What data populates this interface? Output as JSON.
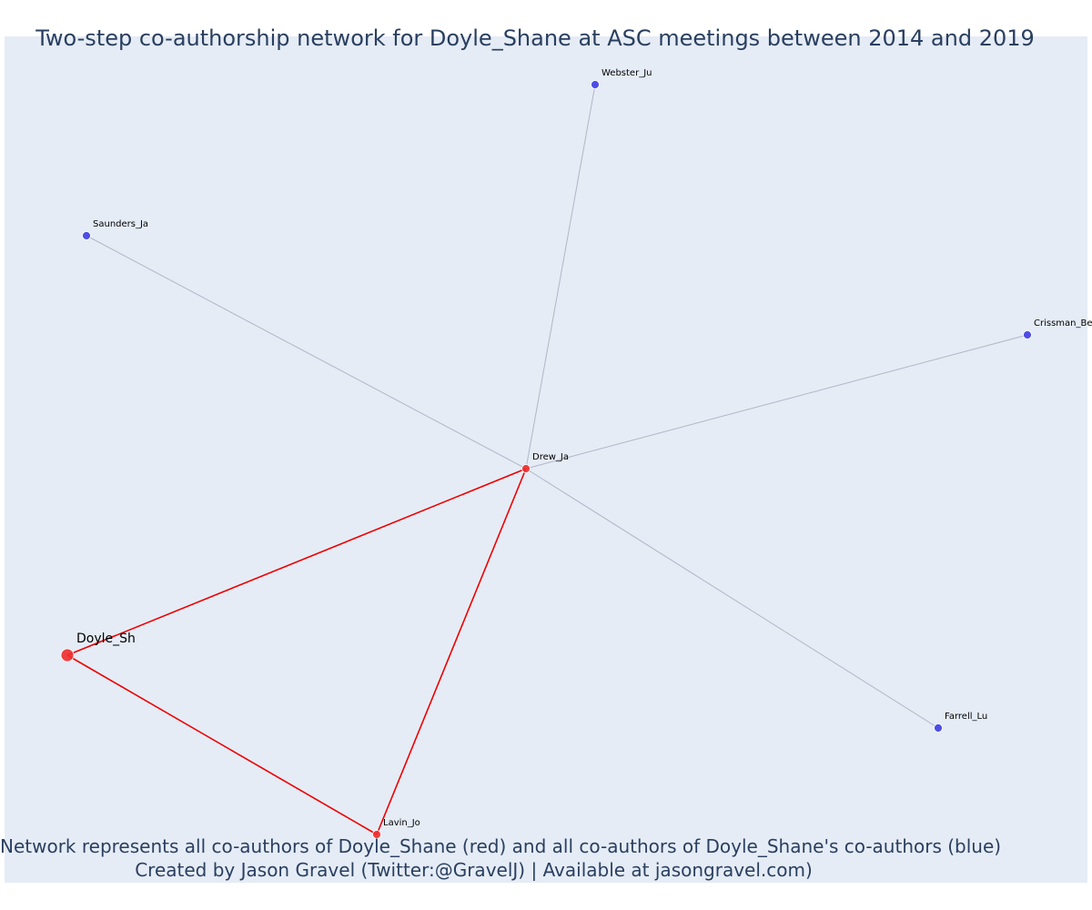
{
  "title": "Two-step co-authorship network for Doyle_Shane at ASC meetings between 2014 and 2019",
  "caption": {
    "line1": "Network represents all co-authors of Doyle_Shane (red) and all co-authors of Doyle_Shane's co-authors (blue)",
    "line2": "Created by Jason Gravel (Twitter:@GravelJ) | Available at jasongravel.com)"
  },
  "colors": {
    "background": "#e5ecf6",
    "first_step_node": "#ef2b2b",
    "second_step_node": "#3d3de6",
    "first_step_edge": "#ee0000",
    "second_step_edge": "#b0b6c6",
    "text": "#2a3f5f"
  },
  "network": {
    "nodes": [
      {
        "id": "Doyle_Sh",
        "label": "Doyle_Sh",
        "group": "focal"
      },
      {
        "id": "Drew_Ja",
        "label": "Drew_Ja",
        "group": "coauthor"
      },
      {
        "id": "Lavin_Jo",
        "label": "Lavin_Jo",
        "group": "coauthor"
      },
      {
        "id": "Webster_Ju",
        "label": "Webster_Ju",
        "group": "second-step"
      },
      {
        "id": "Saunders_Ja",
        "label": "Saunders_Ja",
        "group": "second-step"
      },
      {
        "id": "Crissman_Be",
        "label": "Crissman_Be",
        "group": "second-step"
      },
      {
        "id": "Farrell_Lu",
        "label": "Farrell_Lu",
        "group": "second-step"
      }
    ],
    "edges": [
      {
        "source": "Doyle_Sh",
        "target": "Drew_Ja",
        "type": "first-step"
      },
      {
        "source": "Doyle_Sh",
        "target": "Lavin_Jo",
        "type": "first-step"
      },
      {
        "source": "Drew_Ja",
        "target": "Lavin_Jo",
        "type": "first-step"
      },
      {
        "source": "Drew_Ja",
        "target": "Webster_Ju",
        "type": "second-step"
      },
      {
        "source": "Drew_Ja",
        "target": "Saunders_Ja",
        "type": "second-step"
      },
      {
        "source": "Drew_Ja",
        "target": "Crissman_Be",
        "type": "second-step"
      },
      {
        "source": "Drew_Ja",
        "target": "Farrell_Lu",
        "type": "second-step"
      }
    ]
  }
}
